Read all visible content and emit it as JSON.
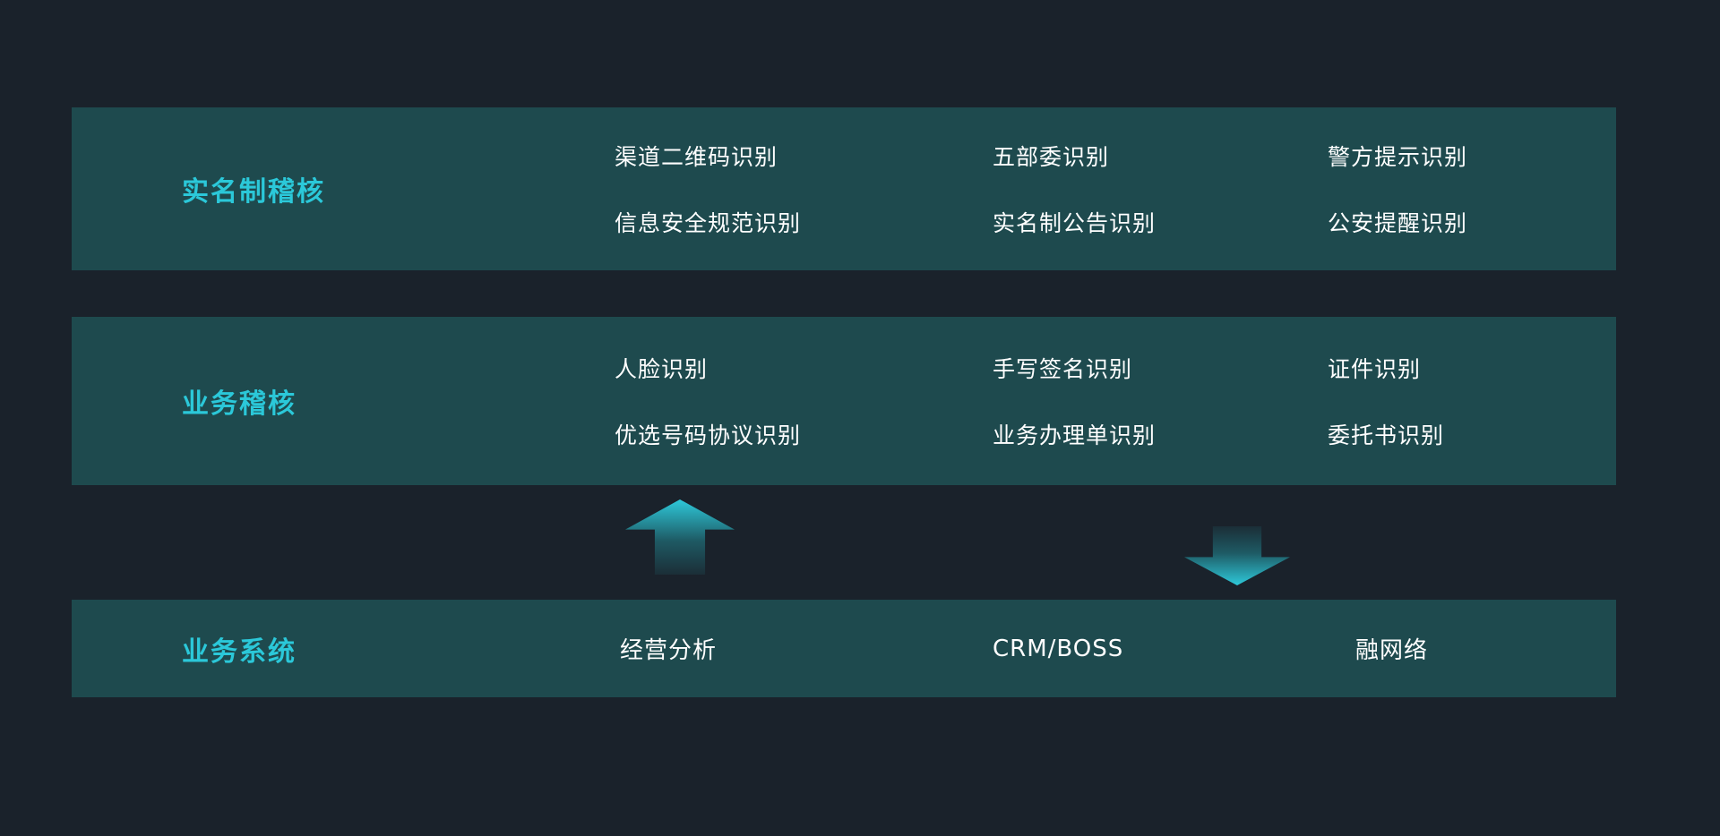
{
  "colors": {
    "page_background": "#1a222b",
    "band_background": "#1e4a4e",
    "accent_cyan": "#2bc8d9",
    "body_text": "#ffffff"
  },
  "audit_rows": [
    {
      "label": "实名制稽核",
      "columns": [
        {
          "items": [
            "渠道二维码识别",
            "信息安全规范识别"
          ]
        },
        {
          "items": [
            "五部委识别",
            "实名制公告识别"
          ]
        },
        {
          "items": [
            "警方提示识别",
            "公安提醒识别"
          ]
        }
      ]
    },
    {
      "label": "业务稽核",
      "columns": [
        {
          "items": [
            "人脸识别",
            "优选号码协议识别"
          ]
        },
        {
          "items": [
            "手写签名识别",
            "业务办理单识别"
          ]
        },
        {
          "items": [
            "证件识别",
            "委托书识别"
          ]
        }
      ]
    }
  ],
  "systems_row": {
    "label": "业务系统",
    "items": [
      "经营分析",
      "CRM/BOSS",
      "融网络"
    ]
  },
  "arrows": [
    {
      "icon": "arrow-up-icon",
      "direction": "up"
    },
    {
      "icon": "arrow-down-icon",
      "direction": "down"
    }
  ]
}
